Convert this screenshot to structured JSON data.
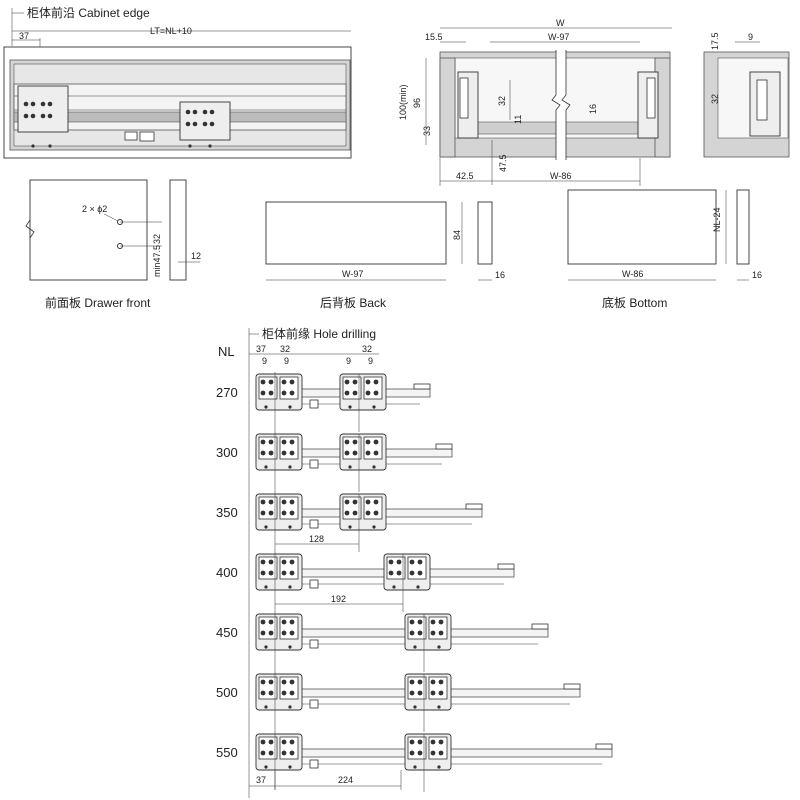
{
  "top_left": {
    "cabinet_edge_label": "柜体前沿 Cabinet edge",
    "lt_label": "LT=NL+10",
    "offset_37": "37"
  },
  "cross_section": {
    "w": "W",
    "w_97": "W-97",
    "d_15_5": "15.5",
    "d_100min": "100(min)",
    "d_96": "96",
    "d_33": "33",
    "d_32": "32",
    "d_11": "11",
    "d_16": "16",
    "d_47_5": "47.5",
    "d_42_5": "42.5",
    "w_86": "W-86"
  },
  "side_detail": {
    "d_17_5": "17.5",
    "d_9": "9",
    "d_32": "32"
  },
  "drawer_front": {
    "label": "前面板 Drawer front",
    "hole_label": "2 × ϕ2",
    "d_32": "32",
    "d_min47_5": "min47.5",
    "d_12": "12"
  },
  "back_panel": {
    "label": "后背板 Back",
    "width": "W-97",
    "height": "84",
    "thickness": "16"
  },
  "bottom_panel": {
    "label": "底板 Bottom",
    "width": "W-86",
    "depth": "NL-24",
    "thickness": "16"
  },
  "hole_drilling": {
    "title": "柜体前缘  Hole drilling",
    "nl_header": "NL",
    "top_dims": {
      "d37": "37",
      "d32": "32",
      "d9_left": "9",
      "d9_right": "9",
      "d32_right": "32",
      "d9_r2": "9",
      "d9_r3": "9"
    },
    "rows": [
      {
        "nl": "270"
      },
      {
        "nl": "300"
      },
      {
        "nl": "350",
        "dim": "128"
      },
      {
        "nl": "400",
        "dim": "192"
      },
      {
        "nl": "450"
      },
      {
        "nl": "500"
      },
      {
        "nl": "550"
      }
    ],
    "bottom_dims": {
      "d37": "37",
      "d224": "224"
    }
  }
}
